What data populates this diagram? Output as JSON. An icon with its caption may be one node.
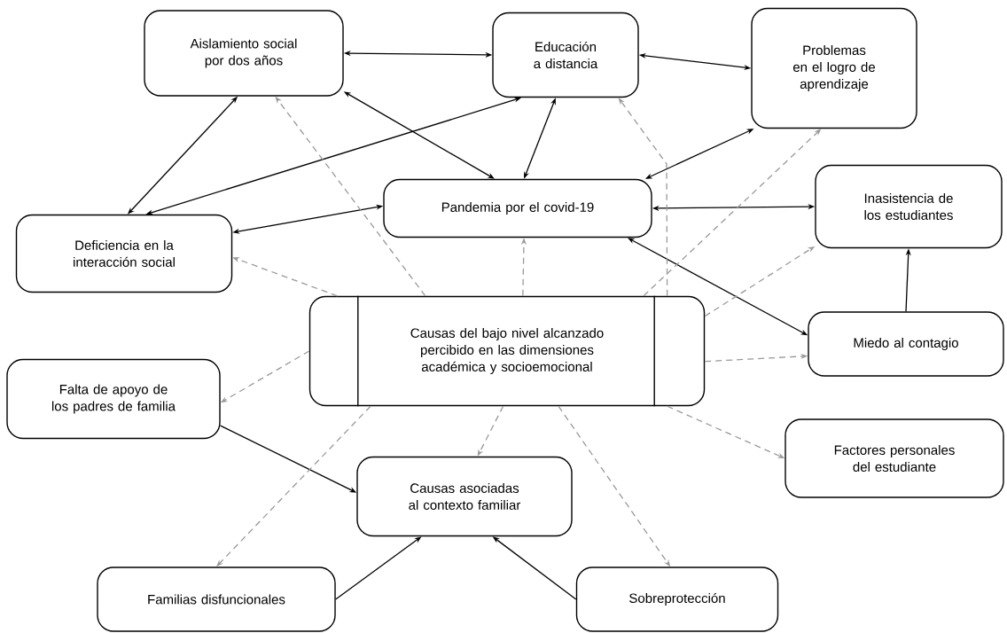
{
  "diagram": {
    "nodes": [
      {
        "text": [
          "Aislamiento social por dos años"
        ]
      },
      {
        "text": [
          "Educación a distancia"
        ]
      },
      {
        "text": [
          "Problemas en el logro de aprendizaje"
        ]
      },
      {
        "text": [
          "Pandemia por el covid-19"
        ]
      },
      {
        "text": [
          "Inasistencia de los estudiantes"
        ]
      },
      {
        "text": [
          "Deficiencia en la interacción social"
        ]
      },
      {
        "text": [
          "Causas del bajo nivel alcanzado percibido en las dimensiones académica y socioemocional"
        ]
      },
      {
        "text": [
          "Miedo al contagio"
        ]
      },
      {
        "text": [
          "Falta de apoyo de los padres de familia"
        ]
      },
      {
        "text": [
          "Factores personales del estudiante"
        ]
      },
      {
        "text": [
          "Causas asociadas al contexto familiar"
        ]
      },
      {
        "text": [
          "Familias disfuncionales"
        ]
      },
      {
        "text": [
          "Sobreprotección"
        ]
      }
    ],
    "edges": [
      {
        "from": 0,
        "to": 1,
        "arrow": "both"
      },
      {
        "from": 1,
        "to": 2,
        "arrow": "both"
      },
      {
        "from": 0,
        "to": 3,
        "arrow": "both"
      },
      {
        "from": 0,
        "to": 5,
        "arrow": "both"
      },
      {
        "from": 1,
        "to": 5,
        "arrow": "both"
      },
      {
        "from": 1,
        "to": 3,
        "arrow": "both"
      },
      {
        "from": 2,
        "to": 3,
        "arrow": "both"
      },
      {
        "from": 3,
        "to": 4,
        "arrow": "both"
      },
      {
        "from": 3,
        "to": 5,
        "arrow": "both"
      },
      {
        "from": 3,
        "to": 7,
        "arrow": "both"
      },
      {
        "from": 7,
        "to": 4,
        "arrow": "to"
      },
      {
        "from": 8,
        "to": 10,
        "arrow": "to"
      },
      {
        "from": 11,
        "to": 10,
        "arrow": "to"
      },
      {
        "from": 12,
        "to": 10,
        "arrow": "to"
      },
      {
        "from": 6,
        "to": 0,
        "arrow": "to",
        "style": "dashed",
        "color": "#999999"
      },
      {
        "from": 6,
        "to": 1,
        "arrow": "to",
        "style": "dashed",
        "color": "#999999"
      },
      {
        "from": 6,
        "to": 3,
        "arrow": "to",
        "style": "dashed",
        "color": "#999999"
      },
      {
        "from": 6,
        "to": 2,
        "arrow": "to",
        "style": "dashed",
        "color": "#999999"
      },
      {
        "from": 6,
        "to": 4,
        "arrow": "to",
        "style": "dashed",
        "color": "#999999"
      },
      {
        "from": 6,
        "to": 5,
        "arrow": "to",
        "style": "dashed",
        "color": "#999999"
      },
      {
        "from": 6,
        "to": 7,
        "arrow": "to",
        "style": "dashed",
        "color": "#999999"
      },
      {
        "from": 6,
        "to": 8,
        "arrow": "to",
        "style": "dashed",
        "color": "#999999"
      },
      {
        "from": 6,
        "to": 9,
        "arrow": "to",
        "style": "dashed",
        "color": "#999999"
      },
      {
        "from": 6,
        "to": 10,
        "arrow": "to",
        "style": "dashed",
        "color": "#999999"
      },
      {
        "from": 6,
        "to": 11,
        "arrow": "to",
        "style": "dashed",
        "color": "#999999"
      },
      {
        "from": 6,
        "to": 12,
        "arrow": "to",
        "style": "dashed",
        "color": "#999999"
      }
    ]
  }
}
